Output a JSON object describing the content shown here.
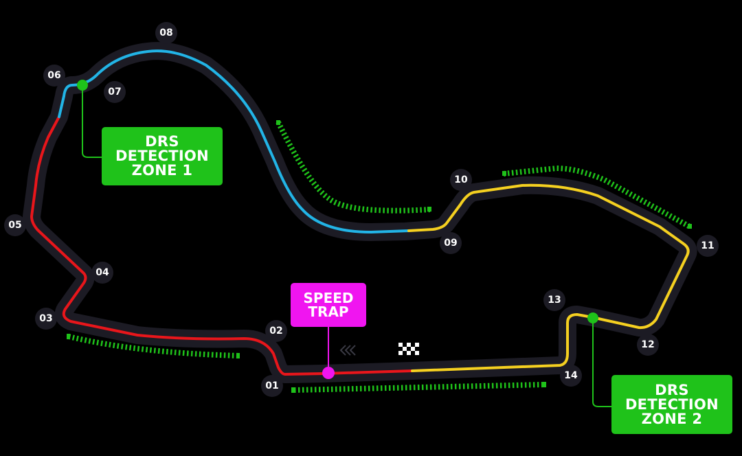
{
  "circuit": {
    "colors": {
      "sector1": "#e8161b",
      "sector2": "#22b4e6",
      "sector3": "#f5d020",
      "track_base": "#1c1b24",
      "drs_zone": "#1fc21a",
      "speed_trap": "#f015f0",
      "turn_badge": "#1c1b24"
    },
    "turns": [
      "01",
      "02",
      "03",
      "04",
      "05",
      "06",
      "07",
      "08",
      "09",
      "10",
      "11",
      "12",
      "13",
      "14"
    ],
    "drs_detection_1": {
      "lines": [
        "DRS",
        "DETECTION",
        "ZONE 1"
      ]
    },
    "drs_detection_2": {
      "lines": [
        "DRS",
        "DETECTION",
        "ZONE 2"
      ]
    },
    "speed_trap": {
      "lines": [
        "SPEED",
        "TRAP"
      ]
    },
    "icons": {
      "start_finish": "checkered-flag-icon",
      "direction": "direction-chevrons-icon"
    },
    "drs_zone_count": 4
  }
}
